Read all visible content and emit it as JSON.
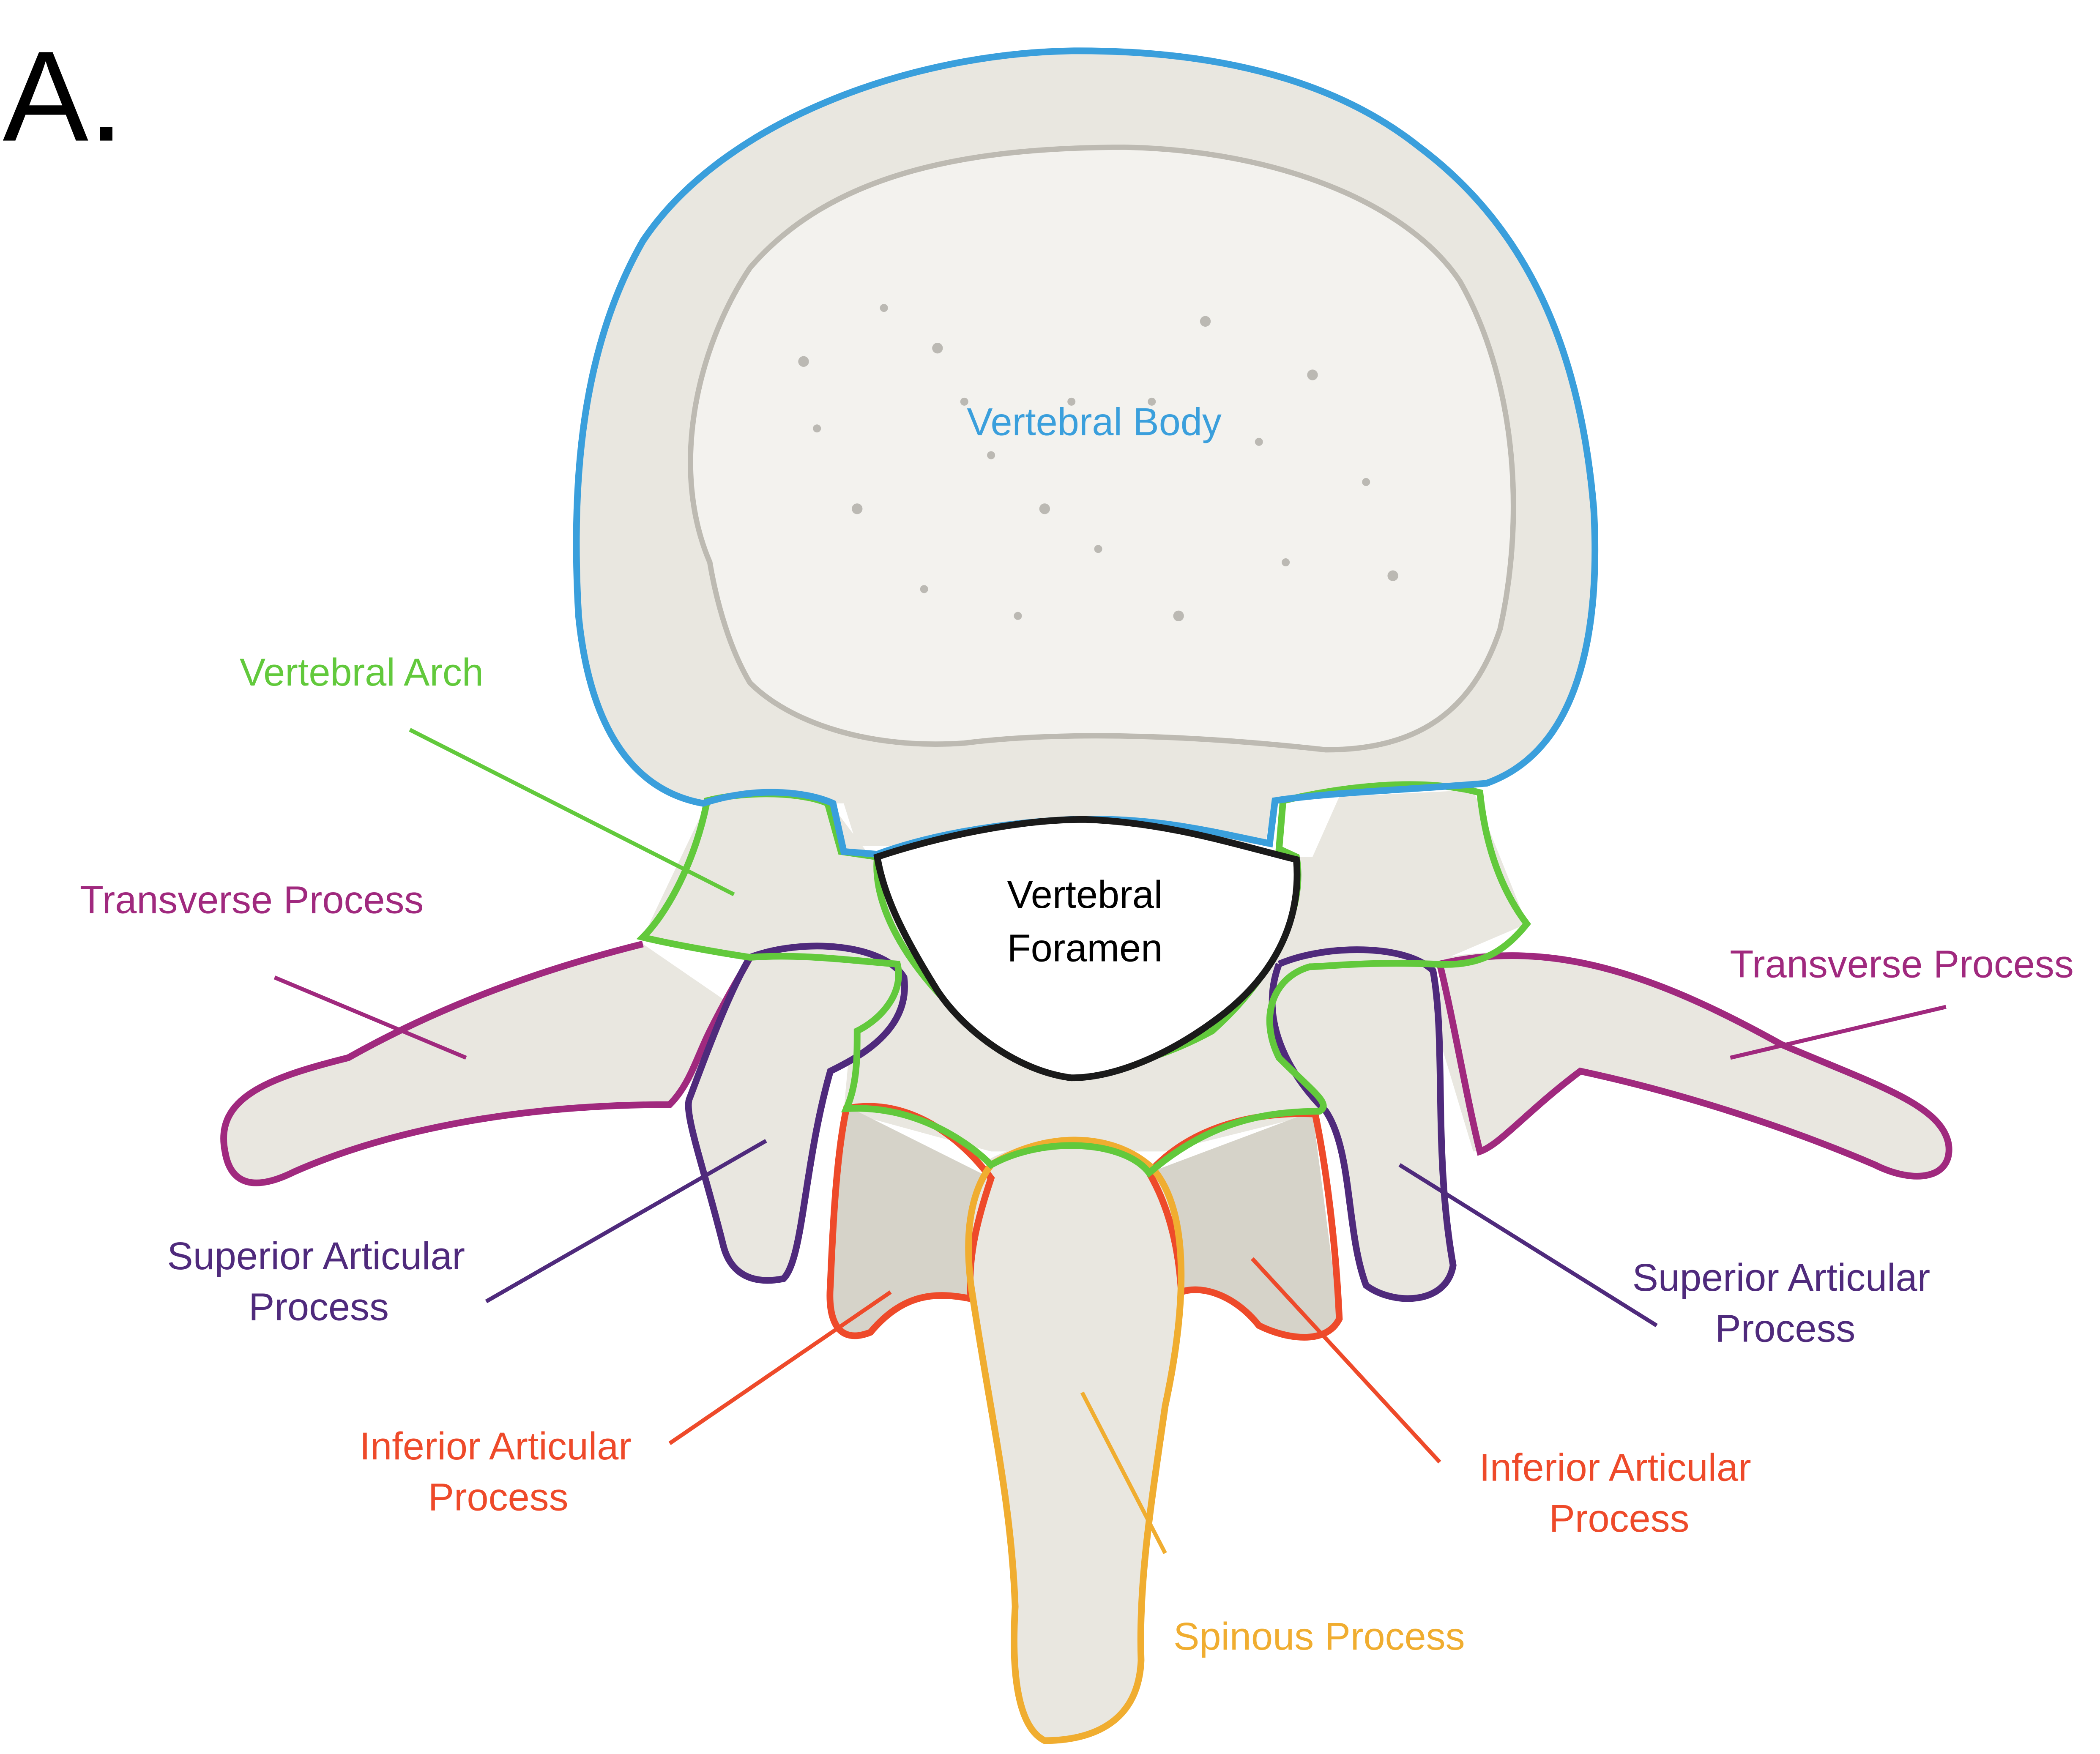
{
  "figure": {
    "panel_label": "A.",
    "subject": "Lumbar vertebra, superior view"
  },
  "colors": {
    "vertebral_body": "#3a9fdc",
    "vertebral_arch": "#62c93c",
    "transverse_process": "#a0297e",
    "superior_articular_process": "#4f2a7c",
    "inferior_articular_process": "#ee4a2a",
    "spinous_process": "#f0ad30",
    "vertebral_foramen": "#1a1a1a",
    "bone": "#e9e7e0"
  },
  "labels": {
    "vertebral_body": "Vertebral Body",
    "vertebral_arch": "Vertebral Arch",
    "vertebral_foramen_line1": "Vertebral",
    "vertebral_foramen_line2": "Foramen",
    "transverse_process_left": "Transverse Process",
    "transverse_process_right": "Transverse Process",
    "superior_articular_left_line1": "Superior Articular",
    "superior_articular_left_line2": "Process",
    "superior_articular_right_line1": "Superior Articular",
    "superior_articular_right_line2": "Process",
    "inferior_articular_left_line1": "Inferior Articular",
    "inferior_articular_left_line2": "Process",
    "inferior_articular_right_line1": "Inferior Articular",
    "inferior_articular_right_line2": "Process",
    "spinous_process": "Spinous Process"
  }
}
